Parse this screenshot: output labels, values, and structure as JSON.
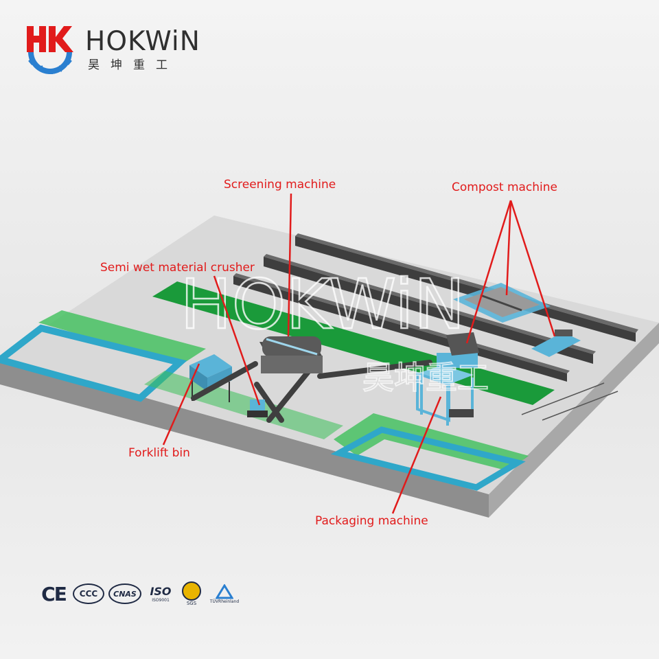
{
  "brand": {
    "name": "HOKWiN",
    "name_cn": "昊坤重工",
    "colors": {
      "red": "#e11b1b",
      "blue": "#2a7fd0",
      "text": "#2f2f2f"
    },
    "icon": "hk-gear-logo-icon"
  },
  "labels": {
    "screening": "Screening machine",
    "compost": "Compost machine",
    "crusher": "Semi wet material crusher",
    "forklift": "Forklift bin",
    "packaging": "Packaging machine"
  },
  "scene": {
    "floor_color": "#dcdcdc",
    "green_color": "#1a9a3a",
    "machine_color": "#5ab4d8",
    "wall_color": "#4a4a4a",
    "watermark_text": "HOKWiN",
    "watermark_cn": "昊坤重工"
  },
  "certifications": [
    {
      "icon": "ce-mark-icon",
      "text": "CE"
    },
    {
      "icon": "ccc-mark-icon",
      "text": "CCC"
    },
    {
      "icon": "cnas-mark-icon",
      "text": "CNAS"
    },
    {
      "icon": "iso-mark-icon",
      "text": "ISO",
      "subtext": "ISO9001"
    },
    {
      "icon": "sgs-mark-icon",
      "text": "SGS"
    },
    {
      "icon": "tuv-rheinland-icon",
      "text": "TÜVRheinland"
    }
  ]
}
